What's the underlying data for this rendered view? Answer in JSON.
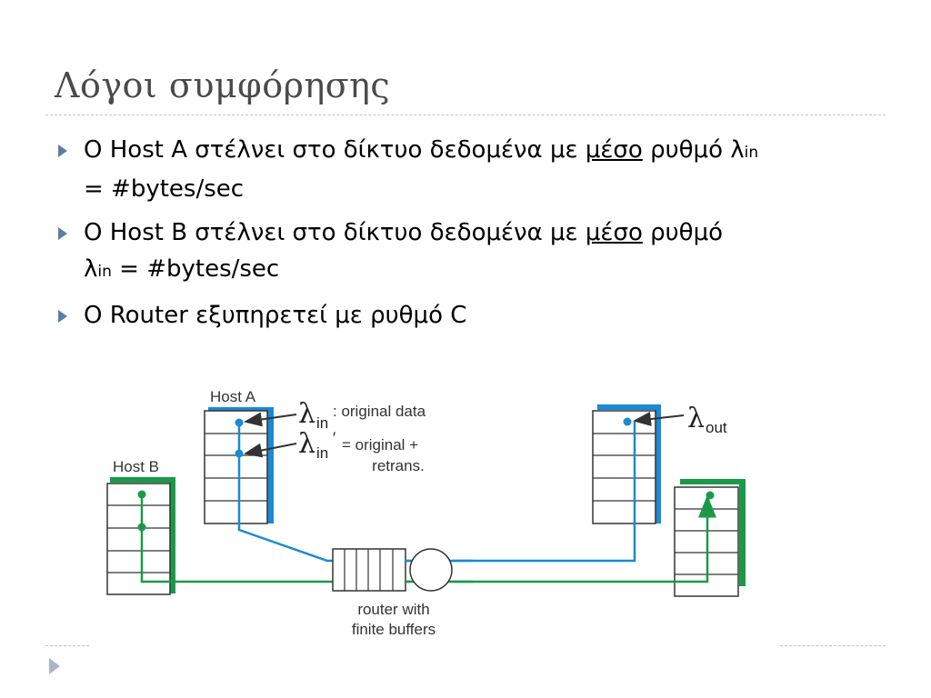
{
  "slide": {
    "title": "Λόγοι συμφόρησης",
    "bullets": [
      {
        "lead": "Ο Host A",
        "text": " στέλνει στο δίκτυο δεδομένα με ",
        "u": "μέσο",
        "tail": " ρυθμό λ",
        "sub": "in",
        "rest": "= #bytes/sec"
      },
      {
        "lead": "Ο Host B",
        "text": " στέλνει στο δίκτυο δεδομένα με ",
        "u": "μέσο",
        "tail": " ρυθμό",
        "lam": "λ",
        "sub": "in",
        "rest": " = #bytes/sec"
      },
      {
        "lead": "Ο Router",
        "text": " εξυπηρετεί με ρυθμό C"
      }
    ]
  },
  "diagram": {
    "host_a_label": "Host A",
    "host_b_label": "Host B",
    "lambda_symbol": "λ",
    "lambda_in_sub": "in",
    "lambda_in_prime_sub": "in",
    "prime": "′",
    "label_original": ": original data",
    "label_retrans_1": "= original +",
    "label_retrans_2": "retrans.",
    "lambda_out_sub": "out",
    "router_label_1": "router with",
    "router_label_2": "finite buffers",
    "colors": {
      "blue": "#1b8ad4",
      "green": "#1a9a48",
      "ink": "#333333"
    }
  }
}
